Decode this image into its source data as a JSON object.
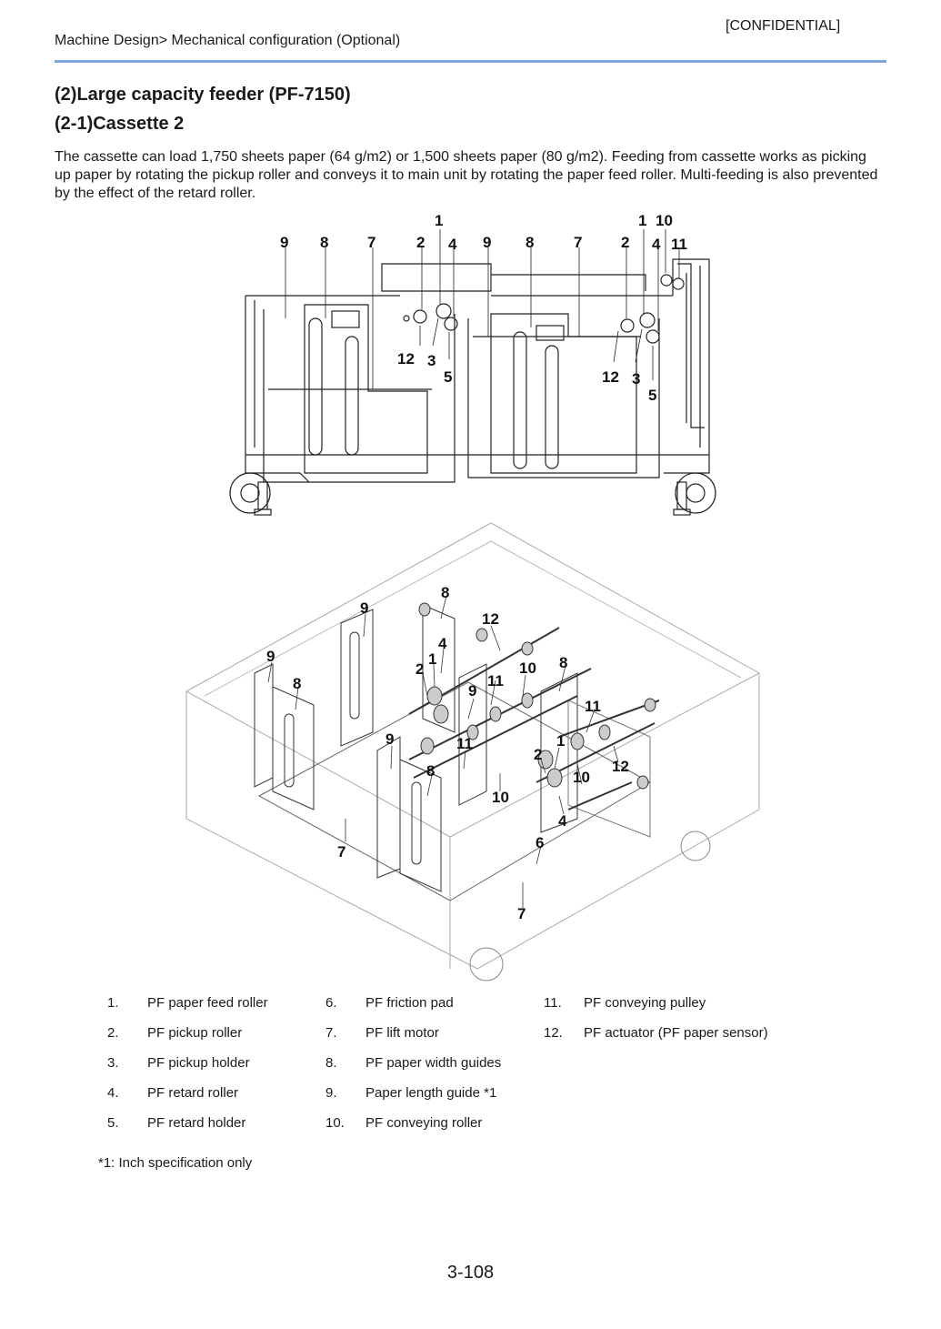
{
  "header": {
    "confidential": "[CONFIDENTIAL]",
    "breadcrumb": "Machine Design> Mechanical configuration (Optional)"
  },
  "section": {
    "title": "(2)Large capacity feeder (PF-7150)",
    "subtitle": "(2-1)Cassette 2",
    "intro": "The cassette can load 1,750 sheets paper (64 g/m2) or 1,500 sheets paper (80 g/m2). Feeding from cassette works as picking up paper by rotating the pickup roller and conveys it to main unit by rotating the paper feed roller. Multi-feeding is also prevented by the effect of the retard roller."
  },
  "figure_top": {
    "callouts": [
      "1",
      "1",
      "10",
      "9",
      "8",
      "7",
      "2",
      "4",
      "9",
      "8",
      "7",
      "2",
      "4",
      "11",
      "12",
      "3",
      "5",
      "12",
      "3",
      "5"
    ]
  },
  "figure_bottom": {
    "callouts": [
      "8",
      "9",
      "12",
      "4",
      "9",
      "1",
      "2",
      "11",
      "10",
      "8",
      "8",
      "9",
      "11",
      "9",
      "11",
      "1",
      "2",
      "12",
      "8",
      "10",
      "10",
      "4",
      "7",
      "6",
      "7"
    ]
  },
  "legend": {
    "col1": [
      {
        "num": "1.",
        "label": "PF paper feed roller"
      },
      {
        "num": "2.",
        "label": "PF pickup roller"
      },
      {
        "num": "3.",
        "label": "PF pickup holder"
      },
      {
        "num": "4.",
        "label": "PF retard roller"
      },
      {
        "num": "5.",
        "label": "PF retard holder"
      }
    ],
    "col2": [
      {
        "num": "6.",
        "label": "PF friction pad"
      },
      {
        "num": "7.",
        "label": "PF lift motor"
      },
      {
        "num": "8.",
        "label": "PF paper width guides"
      },
      {
        "num": "9.",
        "label": "Paper length guide *1"
      },
      {
        "num": "10.",
        "label": "PF conveying roller"
      }
    ],
    "col3": [
      {
        "num": "11.",
        "label": "PF conveying pulley"
      },
      {
        "num": "12.",
        "label": "PF actuator (PF paper sensor)"
      }
    ]
  },
  "footnote": "*1: Inch specification only",
  "page_number": "3-108"
}
